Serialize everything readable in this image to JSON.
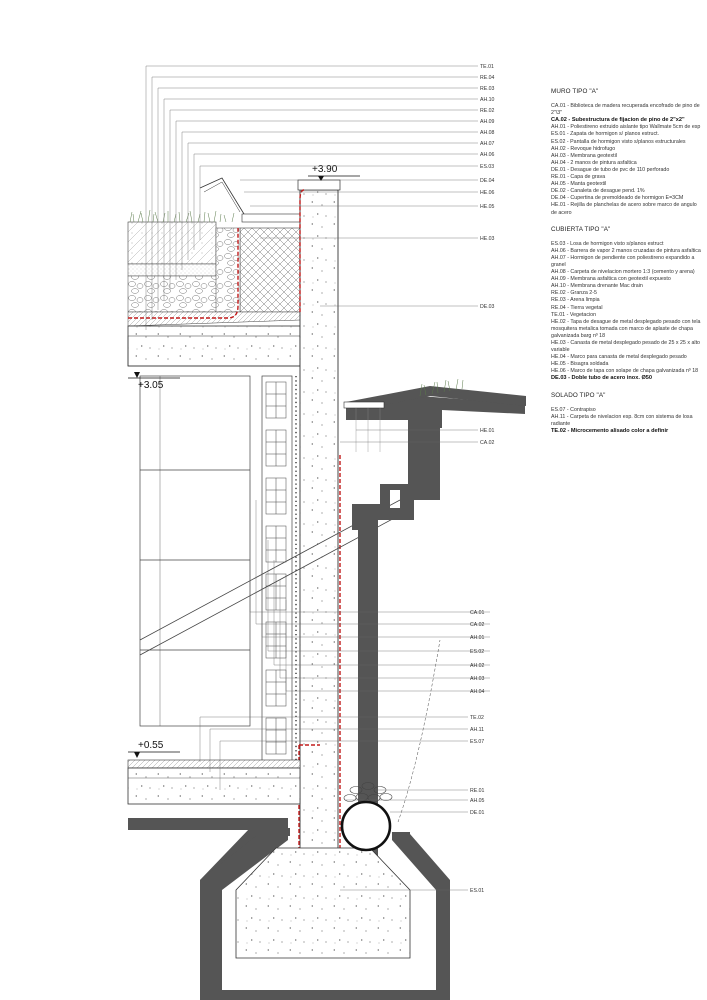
{
  "levels": {
    "top": "+3.90",
    "mid": "+3.05",
    "low": "+0.55"
  },
  "callouts_upper": [
    "TE.01",
    "RE.04",
    "RE.03",
    "AH.10",
    "RE.02",
    "AH.09",
    "AH.08",
    "AH.07",
    "AH.06",
    "ES.03",
    "DE.04",
    "HE.06",
    "HE.05",
    "HE.03",
    "DE.03"
  ],
  "callouts_mid": [
    "HE.01",
    "CA.02"
  ],
  "callouts_wall": [
    "CA.01",
    "CA.02",
    "AH.01",
    "ES.02",
    "AH.02",
    "AH.03",
    "AH.04"
  ],
  "callouts_floor": [
    "TE.02",
    "AH.11",
    "ES.07"
  ],
  "callouts_base": [
    "RE.01",
    "AH.05",
    "DE.01"
  ],
  "callouts_footing": [
    "ES.01"
  ],
  "legend": {
    "muro": {
      "title": "MURO TIPO \"A\"",
      "items": [
        {
          "text": "CA.01 - Biblioteca de madera recuperada encofrado de pino de 2\"\\3\"",
          "bold": false
        },
        {
          "text": "CA.02 - Subestructura de fijacion de pino de 2\"x2\"",
          "bold": true
        },
        {
          "text": "AH.01 - Poliestireno extruido aislante tipo Wallmate 5cm de esp",
          "bold": false
        },
        {
          "text": "ES.01 - Zapata de hormigon s/ planos estruct.",
          "bold": false
        },
        {
          "text": "ES.02 - Pantalla de hormigon visto s/planos estructurales",
          "bold": false
        },
        {
          "text": "AH.02 - Revoque hidrofugo",
          "bold": false
        },
        {
          "text": "AH.03 - Membrana geotextil",
          "bold": false
        },
        {
          "text": "AH.04 - 2 manos de pintura asfaltica",
          "bold": false
        },
        {
          "text": "DE.01 - Desague de tubo de pvc de 110 perforado",
          "bold": false
        },
        {
          "text": "RE.01 - Capa de grava",
          "bold": false
        },
        {
          "text": "AH.05 - Manta geotextil",
          "bold": false
        },
        {
          "text": "DE.02 - Canaleta de desague pend. 1%",
          "bold": false
        },
        {
          "text": "DE.04 - Cupertina de premoldeado de hormigon E=3CM",
          "bold": false
        },
        {
          "text": "HE.01 - Rejilla de planchelas de acero sobre marco de angulo de acero",
          "bold": false
        }
      ]
    },
    "cubierta": {
      "title": "CUBIERTA TIPO \"A\"",
      "items": [
        {
          "text": "ES.03 - Losa de hormigon visto s/planos estruct",
          "bold": false
        },
        {
          "text": "AH.06 - Barrera de vapor 2 manos cruzadas de pintura asfaltica",
          "bold": false
        },
        {
          "text": "AH.07 - Hormigon de pendiente con poliestireno expandido a granel",
          "bold": false
        },
        {
          "text": "AH.08 - Carpeta de nivelacion mortero 1:3 (cemento y arena)",
          "bold": false
        },
        {
          "text": "AH.09 - Membrana asfaltica con geotextil expuesto",
          "bold": false
        },
        {
          "text": "AH.10 - Membrana drenante Mac drain",
          "bold": false
        },
        {
          "text": "RE.02 - Granza 2-5",
          "bold": false
        },
        {
          "text": "RE.03 - Arena limpia",
          "bold": false
        },
        {
          "text": "RE.04 - Tierra vegetal",
          "bold": false
        },
        {
          "text": "TE.01 - Vegetacion",
          "bold": false
        },
        {
          "text": "HE.02 - Tapa de desague de metal desplegado pesado con tela mosquitera metalica tomada con marco de aplaste de chapa galvanizada barg nº 18",
          "bold": false
        },
        {
          "text": "HE.03 - Canasta de metal desplegado pesado de 25 x 25 x alto variable",
          "bold": false
        },
        {
          "text": "HE.04 - Marco para canasta de metal desplegado pesado",
          "bold": false
        },
        {
          "text": "HE.05 - Bisagra soldada",
          "bold": false
        },
        {
          "text": "HE.06 - Marco de tapa con solape de chapa galvanizada nº 18",
          "bold": false
        },
        {
          "text": "DE.03 - Doble tubo de acero inox. Ø50",
          "bold": true
        }
      ]
    },
    "solado": {
      "title": "SOLADO TIPO \"A\"",
      "items": [
        {
          "text": "ES.07 - Contrapiso",
          "bold": false
        },
        {
          "text": "AH.11 - Carpeta de nivelacion esp. 8cm con sistema de losa radiante",
          "bold": false
        },
        {
          "text": "TE.02 - Microcemento alisado color a definir",
          "bold": true
        }
      ]
    }
  }
}
